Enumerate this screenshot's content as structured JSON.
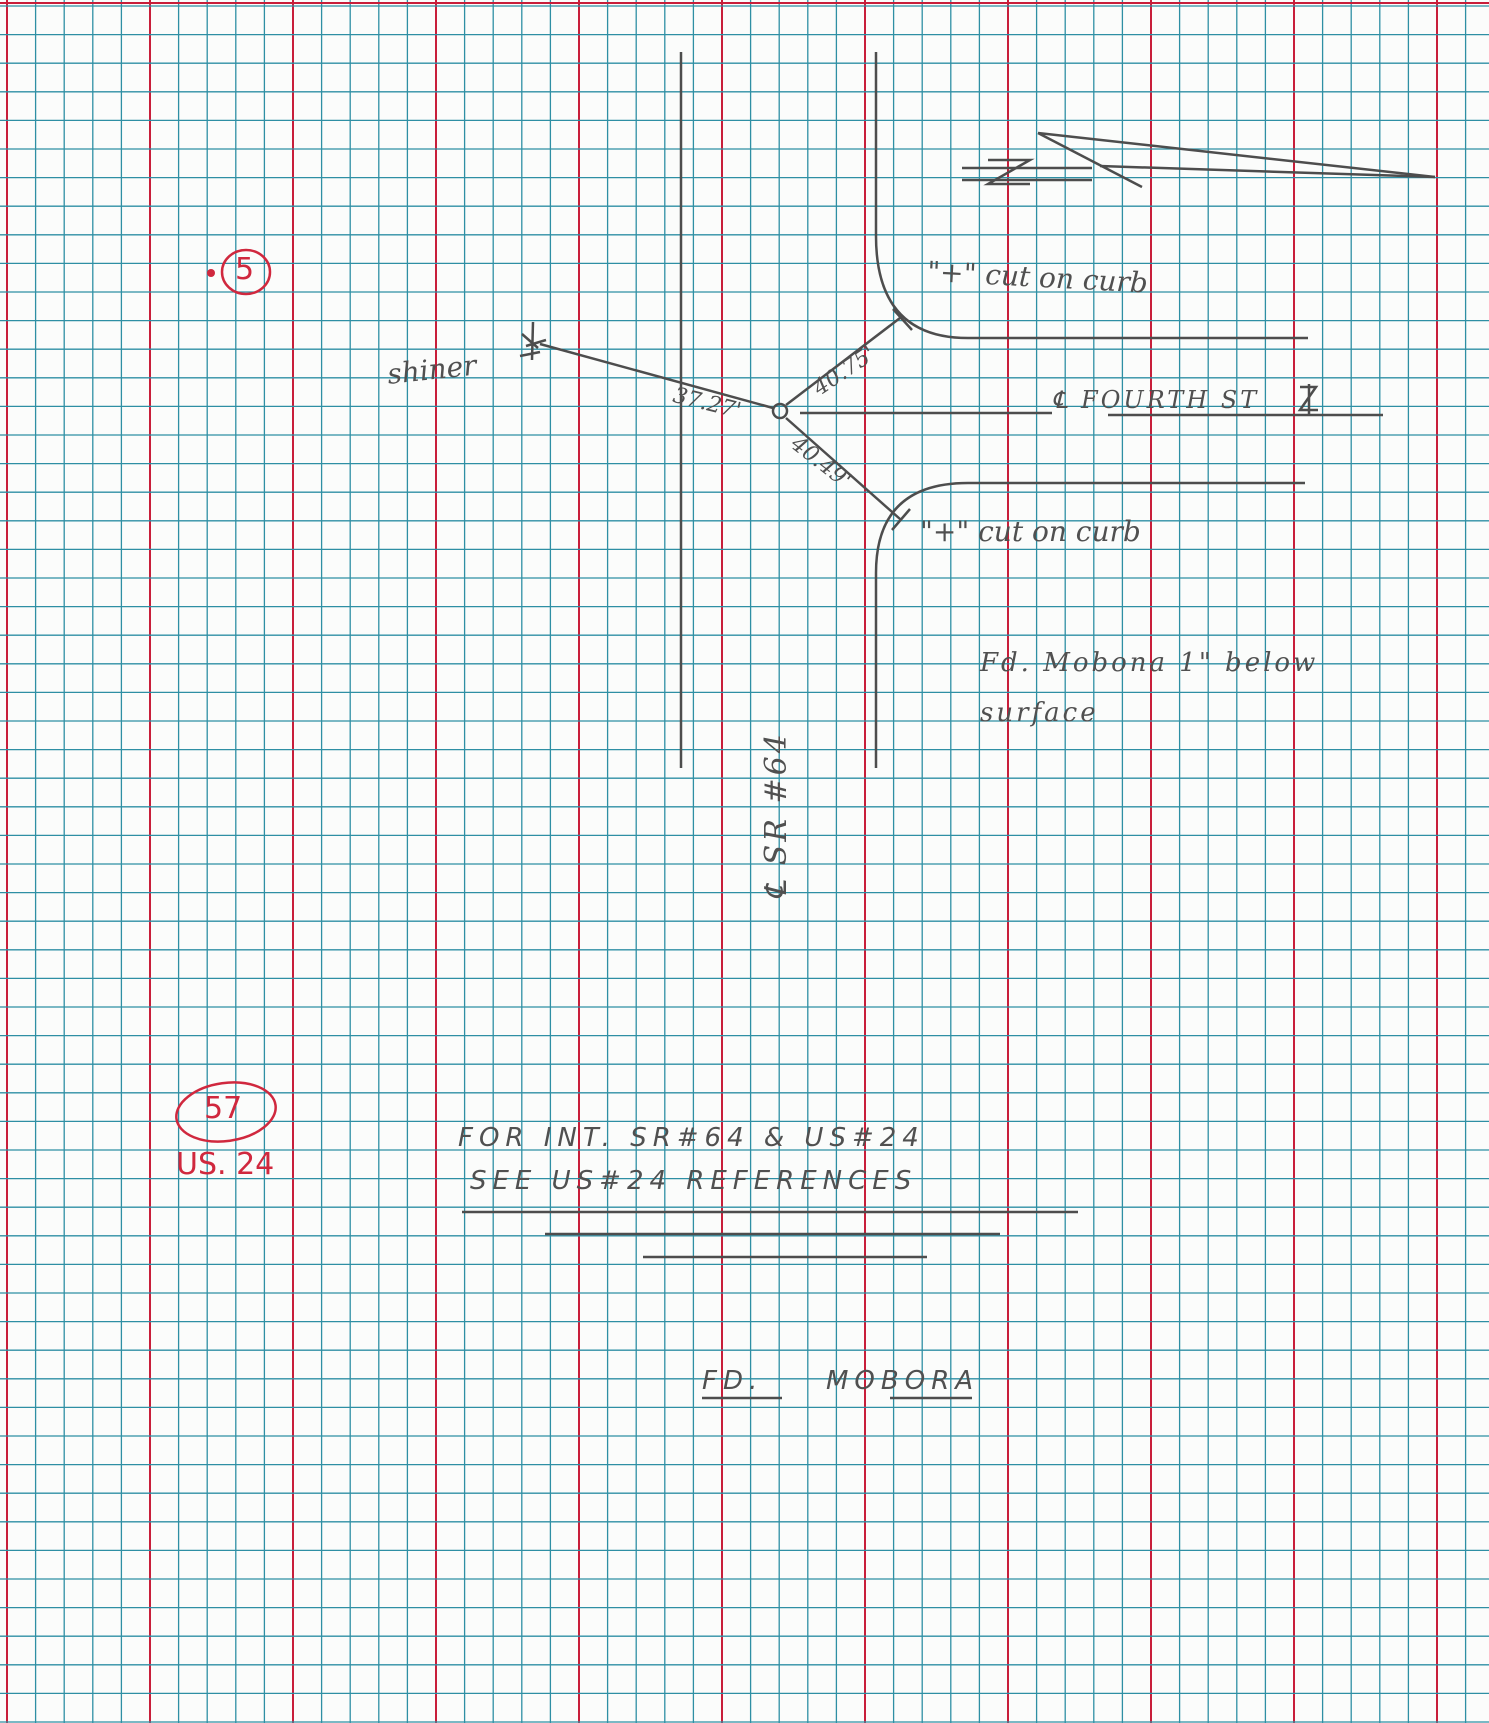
{
  "colors": {
    "paper": "#fbfcfb",
    "grid_blue": "#2e8fa4",
    "margin_red": "#c81e3a",
    "pencil": "#4d4d4d",
    "red_ink": "#d0283e"
  },
  "annotations": {
    "mark_5": "5",
    "mark_57": "57",
    "us24": "US. 24",
    "shiner": "shiner",
    "dist_left": "37.27'",
    "dist_upper": "40.75'",
    "dist_lower": "40.49'",
    "cut_upper": "\"+\" cut on curb",
    "cut_lower": "\"+\" cut on curb",
    "fourth_st": "℄ FOURTH ST",
    "sr64": "℄ SR #64",
    "found_line1": "Fd. Mobona  1\" below",
    "found_line2": "surface",
    "note_line1": "FOR  INT.  SR#64  &  US#24",
    "note_line2": "SEE   US#24  REFERENCES",
    "fd_label": "FD.",
    "mobora_label": "MOBORA"
  }
}
